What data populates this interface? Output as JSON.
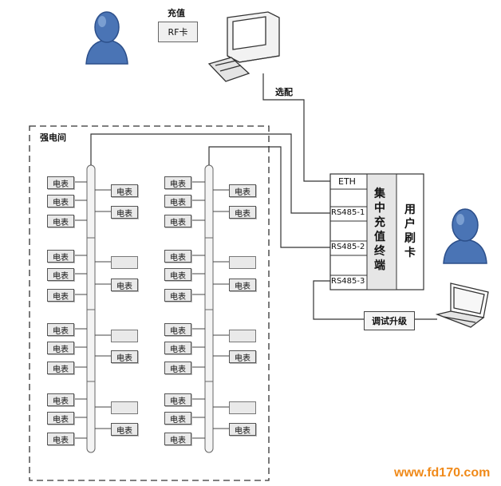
{
  "diagram": {
    "top_label": "充值",
    "rf_card": "RF卡",
    "match_label": "选配",
    "room_label": "强电间",
    "meter_label": "电表",
    "terminal_chars": [
      "集",
      "中",
      "充",
      "值",
      "终",
      "端"
    ],
    "card_chars": [
      "用",
      "户",
      "刷",
      "卡"
    ],
    "ports": [
      "ETH",
      "RS485-1",
      "RS485-2",
      "RS485-3"
    ],
    "debug_label": "调试升级",
    "watermark": "www.fd170.com"
  },
  "colors": {
    "person": "#4a74b5",
    "person_dark": "#2c4f8a",
    "watermark": "#f08a1a",
    "panel_gray": "#e9e9e9"
  }
}
